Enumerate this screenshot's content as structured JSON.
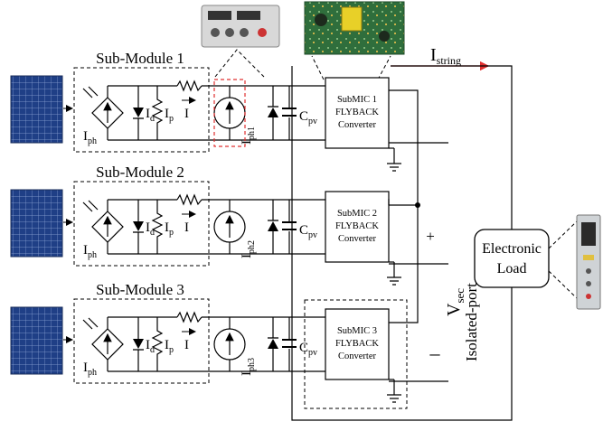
{
  "sub_modules": [
    {
      "title": "Sub-Module 1",
      "iph": "I",
      "iph_sub": "ph",
      "id": "I",
      "id_sub": "d",
      "ip": "I",
      "ip_sub": "p",
      "i": "I",
      "src": "I",
      "src_sub": "ph1",
      "cpv": "C",
      "cpv_sub": "pv",
      "conv": [
        "SubMIC 1",
        "FLYBACK",
        "Converter"
      ]
    },
    {
      "title": "Sub-Module 2",
      "iph": "I",
      "iph_sub": "ph",
      "id": "I",
      "id_sub": "d",
      "ip": "I",
      "ip_sub": "p",
      "i": "I",
      "src": "I",
      "src_sub": "ph2",
      "cpv": "C",
      "cpv_sub": "pv",
      "conv": [
        "SubMIC 2",
        "FLYBACK",
        "Converter"
      ]
    },
    {
      "title": "Sub-Module 3",
      "iph": "I",
      "iph_sub": "ph",
      "id": "I",
      "id_sub": "d",
      "ip": "I",
      "ip_sub": "p",
      "i": "I",
      "src": "I",
      "src_sub": "ph3",
      "cpv": "C",
      "cpv_sub": "pv",
      "conv": [
        "SubMIC 3",
        "FLYBACK",
        "Converter"
      ]
    }
  ],
  "istring": {
    "main": "I",
    "sub": "string"
  },
  "vsec": {
    "main": "V",
    "sub": "sec"
  },
  "isolated_port": "Isolated-port",
  "plus": "+",
  "minus": "–",
  "load": [
    "Electronic",
    "Load"
  ],
  "colors": {
    "accent_red": "#e03030",
    "line": "#000000"
  }
}
